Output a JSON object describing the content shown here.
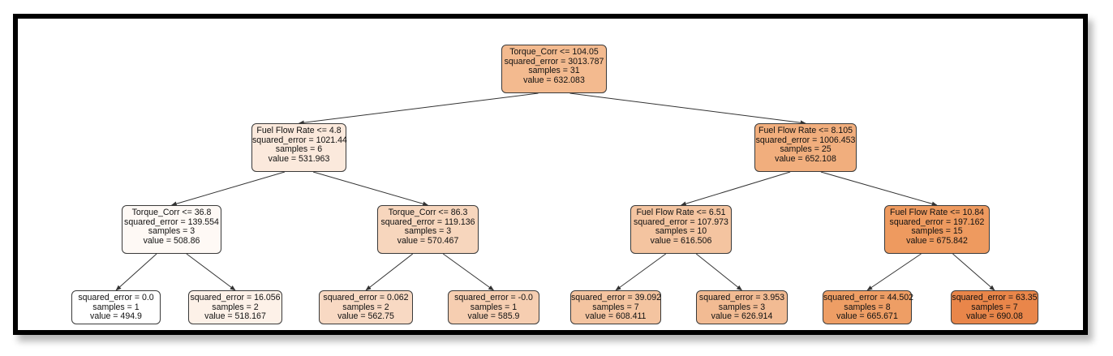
{
  "tree": {
    "nodes": [
      {
        "id": "n0",
        "lines": [
          "Torque_Corr <= 104.05",
          "squared_error = 3013.787",
          "samples = 31",
          "value = 632.083"
        ],
        "fill": "#f3ba8f"
      },
      {
        "id": "n1",
        "lines": [
          "Fuel Flow  Rate <= 4.8",
          "squared_error = 1021.44",
          "samples = 6",
          "value = 531.963"
        ],
        "fill": "#fbe9dc"
      },
      {
        "id": "n2",
        "lines": [
          "Fuel Flow  Rate <= 8.105",
          "squared_error = 1006.453",
          "samples = 25",
          "value = 652.108"
        ],
        "fill": "#f1ae7d"
      },
      {
        "id": "n3",
        "lines": [
          "Torque_Corr <= 36.8",
          "squared_error = 139.554",
          "samples = 3",
          "value = 508.86"
        ],
        "fill": "#fef9f5"
      },
      {
        "id": "n4",
        "lines": [
          "Torque_Corr <= 86.3",
          "squared_error = 119.136",
          "samples = 3",
          "value = 570.467"
        ],
        "fill": "#f7d6bd"
      },
      {
        "id": "n5",
        "lines": [
          "Fuel Flow  Rate <= 6.51",
          "squared_error = 107.973",
          "samples = 10",
          "value = 616.506"
        ],
        "fill": "#f4c4a0"
      },
      {
        "id": "n6",
        "lines": [
          "Fuel Flow  Rate <= 10.84",
          "squared_error = 197.162",
          "samples = 15",
          "value = 675.842"
        ],
        "fill": "#ee9a5f"
      },
      {
        "id": "n7",
        "lines": [
          "squared_error = 0.0",
          "samples = 1",
          "value = 494.9"
        ],
        "fill": "#ffffff"
      },
      {
        "id": "n8",
        "lines": [
          "squared_error = 16.056",
          "samples = 2",
          "value = 518.167"
        ],
        "fill": "#fdf1e8"
      },
      {
        "id": "n9",
        "lines": [
          "squared_error = 0.062",
          "samples = 2",
          "value = 562.75"
        ],
        "fill": "#f8d9c3"
      },
      {
        "id": "n10",
        "lines": [
          "squared_error = -0.0",
          "samples = 1",
          "value = 585.9"
        ],
        "fill": "#f6ceb1"
      },
      {
        "id": "n11",
        "lines": [
          "squared_error = 39.092",
          "samples = 7",
          "value = 608.411"
        ],
        "fill": "#f4c4a0"
      },
      {
        "id": "n12",
        "lines": [
          "squared_error = 3.953",
          "samples = 3",
          "value = 626.914"
        ],
        "fill": "#f2bb93"
      },
      {
        "id": "n13",
        "lines": [
          "squared_error = 44.502",
          "samples = 8",
          "value = 665.671"
        ],
        "fill": "#ee9e65"
      },
      {
        "id": "n14",
        "lines": [
          "squared_error = 63.35",
          "samples = 7",
          "value = 690.08"
        ],
        "fill": "#e9864a"
      }
    ],
    "edges": [
      [
        "n0",
        "n1"
      ],
      [
        "n0",
        "n2"
      ],
      [
        "n1",
        "n3"
      ],
      [
        "n1",
        "n4"
      ],
      [
        "n2",
        "n5"
      ],
      [
        "n2",
        "n6"
      ],
      [
        "n3",
        "n7"
      ],
      [
        "n3",
        "n8"
      ],
      [
        "n4",
        "n9"
      ],
      [
        "n4",
        "n10"
      ],
      [
        "n5",
        "n11"
      ],
      [
        "n5",
        "n12"
      ],
      [
        "n6",
        "n13"
      ],
      [
        "n6",
        "n14"
      ]
    ]
  }
}
